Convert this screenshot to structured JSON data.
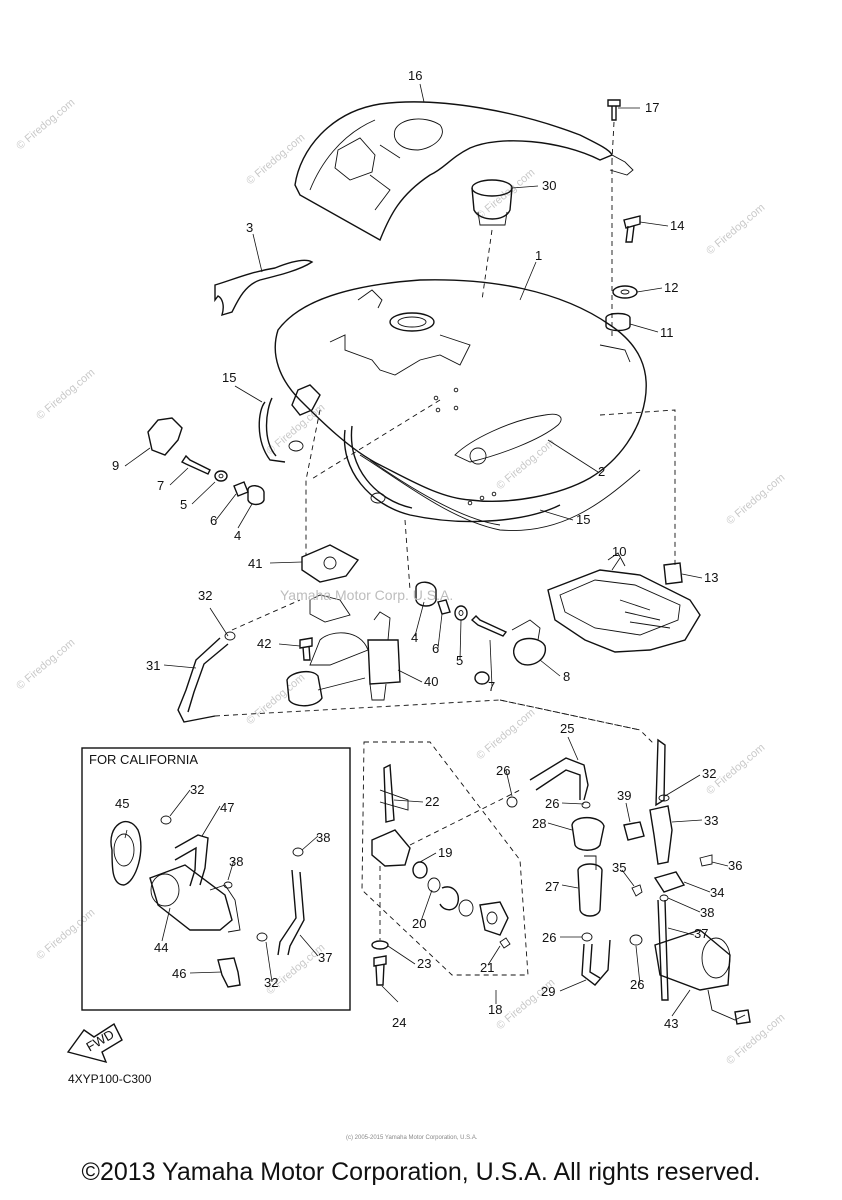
{
  "diagram": {
    "callouts": [
      {
        "id": "c1",
        "label": "1"
      },
      {
        "id": "c2",
        "label": "2"
      },
      {
        "id": "c3",
        "label": "3"
      },
      {
        "id": "c4a",
        "label": "4"
      },
      {
        "id": "c4b",
        "label": "4"
      },
      {
        "id": "c5a",
        "label": "5"
      },
      {
        "id": "c5b",
        "label": "5"
      },
      {
        "id": "c6a",
        "label": "6"
      },
      {
        "id": "c6b",
        "label": "6"
      },
      {
        "id": "c7a",
        "label": "7"
      },
      {
        "id": "c7b",
        "label": "7"
      },
      {
        "id": "c8",
        "label": "8"
      },
      {
        "id": "c9",
        "label": "9"
      },
      {
        "id": "c10",
        "label": "10"
      },
      {
        "id": "c11",
        "label": "11"
      },
      {
        "id": "c12",
        "label": "12"
      },
      {
        "id": "c13",
        "label": "13"
      },
      {
        "id": "c14",
        "label": "14"
      },
      {
        "id": "c15a",
        "label": "15"
      },
      {
        "id": "c15b",
        "label": "15"
      },
      {
        "id": "c16",
        "label": "16"
      },
      {
        "id": "c17",
        "label": "17"
      },
      {
        "id": "c18",
        "label": "18"
      },
      {
        "id": "c19",
        "label": "19"
      },
      {
        "id": "c20",
        "label": "20"
      },
      {
        "id": "c21",
        "label": "21"
      },
      {
        "id": "c22",
        "label": "22"
      },
      {
        "id": "c23",
        "label": "23"
      },
      {
        "id": "c24",
        "label": "24"
      },
      {
        "id": "c25",
        "label": "25"
      },
      {
        "id": "c26a",
        "label": "26"
      },
      {
        "id": "c26b",
        "label": "26"
      },
      {
        "id": "c26c",
        "label": "26"
      },
      {
        "id": "c26d",
        "label": "26"
      },
      {
        "id": "c27",
        "label": "27"
      },
      {
        "id": "c28",
        "label": "28"
      },
      {
        "id": "c29",
        "label": "29"
      },
      {
        "id": "c30",
        "label": "30"
      },
      {
        "id": "c31",
        "label": "31"
      },
      {
        "id": "c32a",
        "label": "32"
      },
      {
        "id": "c32b",
        "label": "32"
      },
      {
        "id": "c32c",
        "label": "32"
      },
      {
        "id": "c32d",
        "label": "32"
      },
      {
        "id": "c33",
        "label": "33"
      },
      {
        "id": "c34",
        "label": "34"
      },
      {
        "id": "c35",
        "label": "35"
      },
      {
        "id": "c36",
        "label": "36"
      },
      {
        "id": "c37a",
        "label": "37"
      },
      {
        "id": "c37b",
        "label": "37"
      },
      {
        "id": "c38a",
        "label": "38"
      },
      {
        "id": "c38b",
        "label": "38"
      },
      {
        "id": "c38c",
        "label": "38"
      },
      {
        "id": "c39",
        "label": "39"
      },
      {
        "id": "c40",
        "label": "40"
      },
      {
        "id": "c41",
        "label": "41"
      },
      {
        "id": "c42",
        "label": "42"
      },
      {
        "id": "c43",
        "label": "43"
      },
      {
        "id": "c44",
        "label": "44"
      },
      {
        "id": "c45",
        "label": "45"
      },
      {
        "id": "c46",
        "label": "46"
      },
      {
        "id": "c47",
        "label": "47"
      }
    ],
    "california_box_title": "FOR CALIFORNIA",
    "fwd_arrow_label": "FWD",
    "diagram_code": "4XYP100-C300",
    "inline_watermark": "Yamaha Motor Corp. U.S.A.",
    "site_watermark": "© Firedog.com",
    "tiny_copyright": "(c) 2005-2015 Yamaha Motor Corporation, U.S.A."
  },
  "footer": {
    "copyright": "©2013 Yamaha Motor Corporation, U.S.A. All rights reserved."
  }
}
